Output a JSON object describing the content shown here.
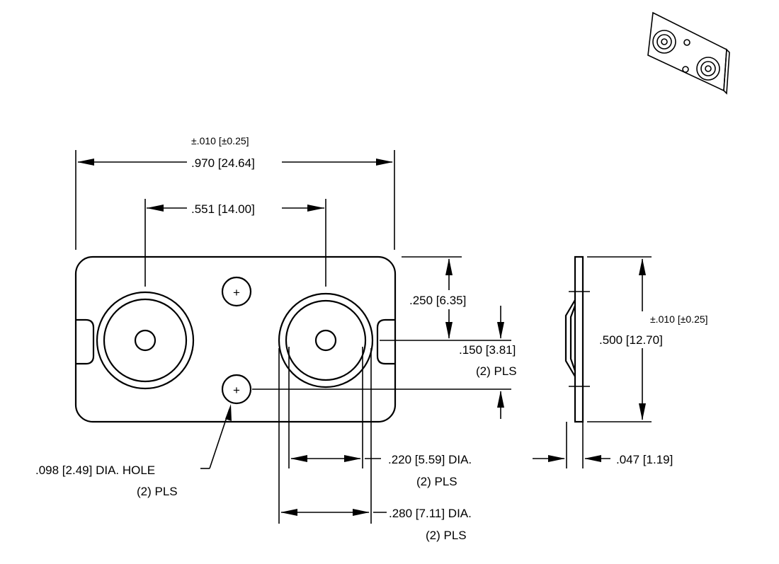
{
  "labels": {
    "overall_tolerance": "±.010 [±0.25]",
    "overall_width": ".970 [24.64]",
    "center_spacing": ".551 [14.00]",
    "edge_to_center": ".250 [6.35]",
    "slot_offset": ".150 [3.81]",
    "slot_offset_qty": "(2) PLS",
    "height_tolerance": "±.010 [±0.25]",
    "height": ".500 [12.70]",
    "hole_dia": ".098 [2.49] DIA. HOLE",
    "hole_qty": "(2) PLS",
    "inner_dia": ".220 [5.59] DIA.",
    "inner_qty": "(2) PLS",
    "thickness": ".047 [1.19]",
    "outer_dia": ".280 [7.11] DIA.",
    "outer_qty": "(2) PLS"
  },
  "symbols": {
    "hole_mark": "+"
  },
  "colors": {
    "line": "#000000",
    "background": "#ffffff"
  }
}
